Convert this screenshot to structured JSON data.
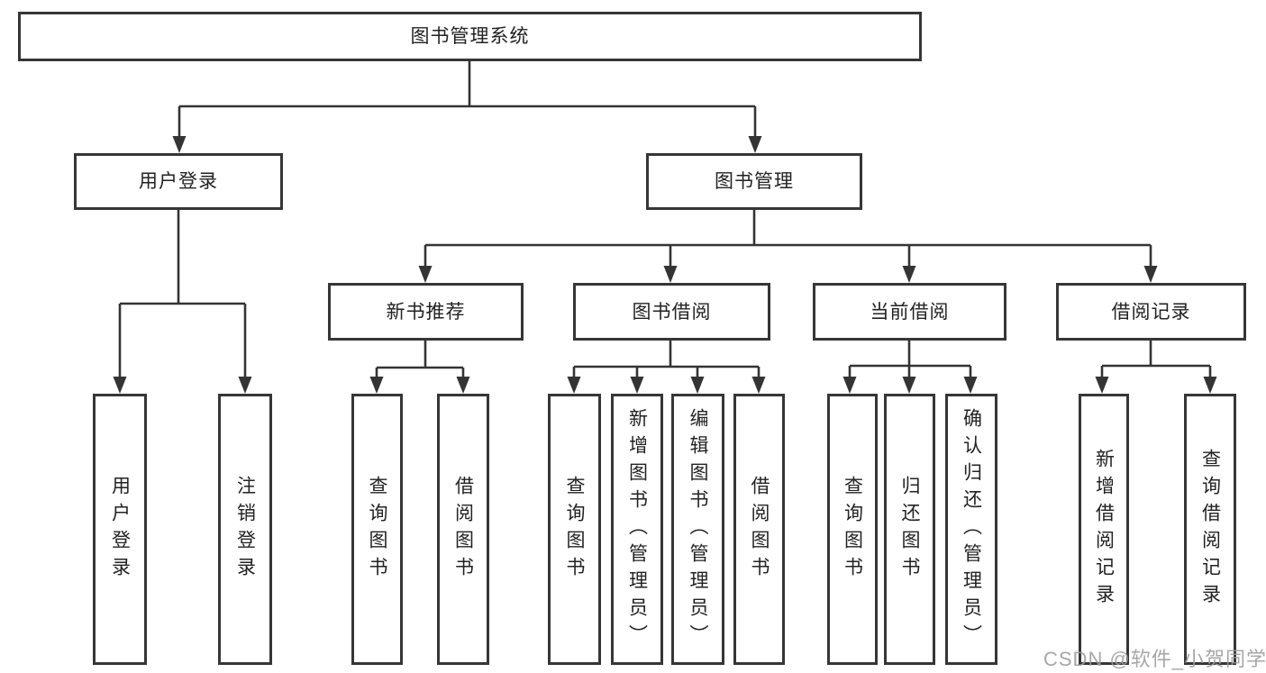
{
  "diagram": {
    "root": "图书管理系统",
    "level1": {
      "user_login": "用户登录",
      "book_management": "图书管理"
    },
    "level2": {
      "new_book_recommend": "新书推荐",
      "book_borrow": "图书借阅",
      "current_borrow": "当前借阅",
      "borrow_records": "借阅记录"
    },
    "leaves": {
      "login": [
        "用户登录",
        "注销登录"
      ],
      "recommend": [
        "查询图书",
        "借阅图书"
      ],
      "borrow": [
        "查询图书",
        "新增图书（管理员）",
        "编辑图书（管理员）",
        "借阅图书"
      ],
      "current": [
        "查询图书",
        "归还图书",
        "确认归还（管理员）"
      ],
      "records": [
        "新增借阅记录",
        "查询借阅记录"
      ]
    }
  },
  "watermark": "CSDN @软件_小贺同学",
  "colors": {
    "line": "#343434",
    "box_border": "#363636",
    "box_fill": "#ffffff",
    "text": "#222222",
    "watermark": "#9c9c9c"
  }
}
